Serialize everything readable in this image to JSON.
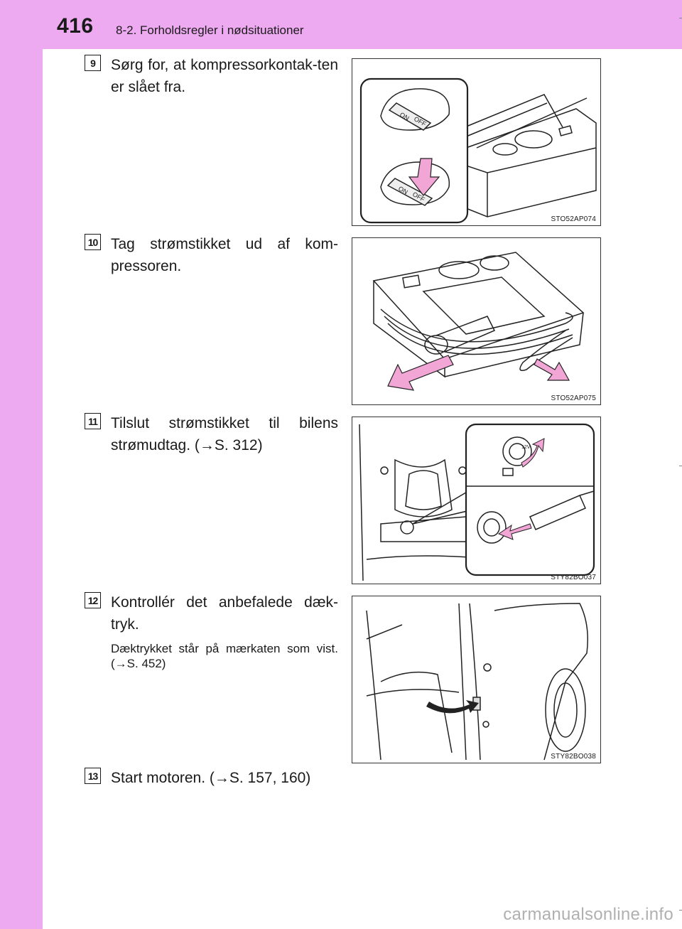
{
  "header": {
    "page_number": "416",
    "section_title": "8-2. Forholdsregler i nødsituationer"
  },
  "steps": [
    {
      "number": "9",
      "text": "Sørg for, at kompressorkontak-ten er slået fra.",
      "figure_code": "STO52AP074"
    },
    {
      "number": "10",
      "text": "Tag strømstikket ud af kom-pressoren.",
      "figure_code": "STO52AP075"
    },
    {
      "number": "11",
      "text": "Tilslut strømstikket til bilens strømudtag. (→S. 312)",
      "figure_code": "STY82BO037"
    },
    {
      "number": "12",
      "text": "Kontrollér det anbefalede dæk-tryk.",
      "note": "Dæktrykket står på mærkaten som vist. (→S. 452)",
      "figure_code": "STY82BO038"
    },
    {
      "number": "13",
      "text": "Start motoren. (→S. 157, 160)"
    }
  ],
  "figure_labels": {
    "on": "ON",
    "off": "OFF",
    "socket": "12V"
  },
  "watermark": "carmanualsonline.info",
  "colors": {
    "accent": "#eeaaf1",
    "arrow": "#f2a6d6"
  }
}
